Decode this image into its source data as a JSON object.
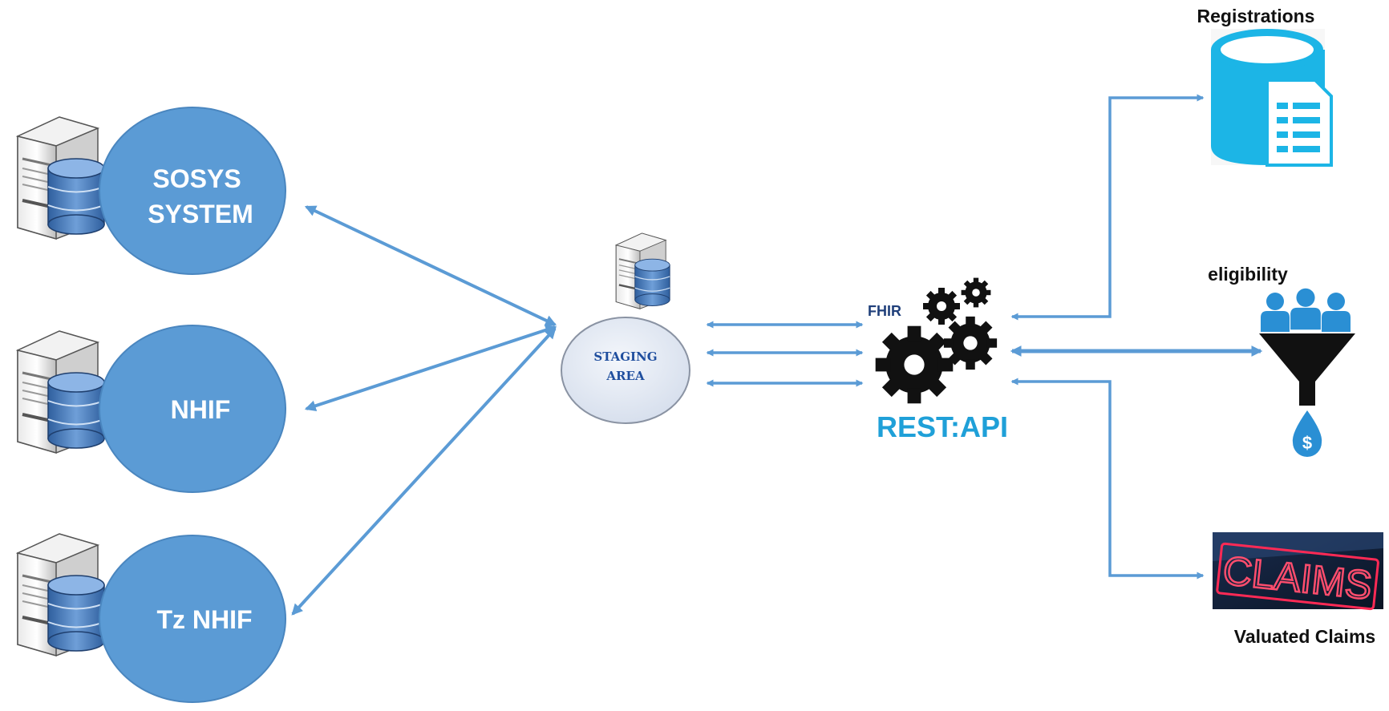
{
  "nodes": {
    "sosys": {
      "line1": "SOSYS",
      "line2": "SYSTEM"
    },
    "nhif": {
      "label": "NHIF"
    },
    "tz_nhif": {
      "label": "Tz NHIF"
    },
    "staging": {
      "line1": "STAGING",
      "line2": "AREA"
    },
    "fhir": {
      "label": "FHIR"
    },
    "rest_api": {
      "label": "REST:API"
    },
    "registrations": {
      "label": "Registrations"
    },
    "eligibility": {
      "label": "eligibility"
    },
    "claims": {
      "sign_text": "CLAIMS",
      "label": "Valuated Claims"
    }
  },
  "icons": {
    "server": "server-database-icon",
    "gears": "gears-icon",
    "registrations": "database-document-icon",
    "eligibility": "people-funnel-dollar-icon",
    "claims": "claims-neon-sign-icon"
  },
  "colors": {
    "system_circle": "#5b9bd5",
    "system_circle_stroke": "#4a86bf",
    "arrow": "#5b9bd5",
    "staging_fill": "#dfe7f2",
    "staging_text": "#1f4e9e",
    "rest_api_text": "#1fa0d8",
    "registrations_icon": "#1cb5e6",
    "eligibility_icon": "#2a8fd4",
    "claims_neon": "#ff2a55"
  }
}
